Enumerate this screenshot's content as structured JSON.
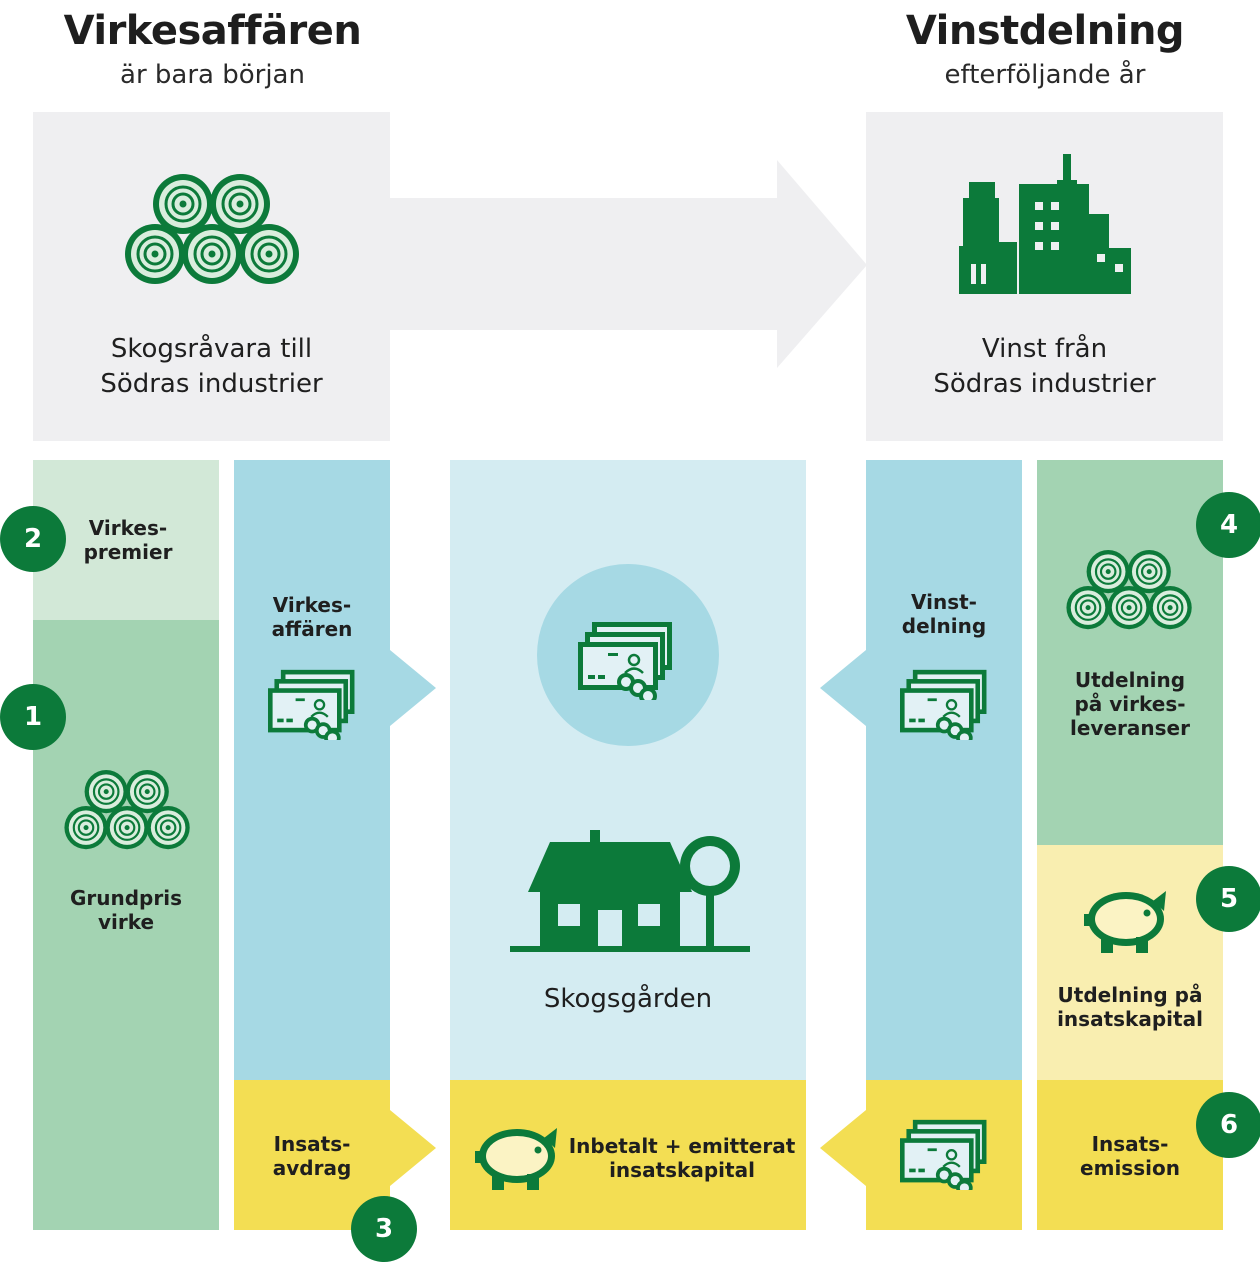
{
  "colors": {
    "green_dark": "#0c7a3a",
    "green_mid": "#a3d3b2",
    "green_light": "#d2e8d7",
    "blue": "#a6d9e4",
    "blue_light": "#d4ecf2",
    "yellow": "#f3de53",
    "yellow_light": "#f9eeb0",
    "grey": "#efeff1"
  },
  "header": {
    "left_title": "Virkesaffären",
    "left_subtitle": "är bara början",
    "right_title": "Vinstdelning",
    "right_subtitle": "efterföljande år"
  },
  "top_boxes": {
    "left_line1": "Skogsråvara till",
    "left_line2": "Södras industrier",
    "right_line1": "Vinst från",
    "right_line2": "Södras industrier"
  },
  "columns": {
    "virkespremier": "Virkes-\npremier",
    "grundpris": "Grundpris\nvirke",
    "virkesaffaren": "Virkes-\naffären",
    "insatsavdrag": "Insats-\navdrag",
    "skogsgarden": "Skogsgården",
    "insatskapital_line1": "Inbetalt + emitterat",
    "insatskapital_line2": "insatskapital",
    "vinstdelning": "Vinst-\ndelning",
    "utdelning_virke": "Utdelning\npå virkes-\nleveranser",
    "utdelning_insats": "Utdelning på\ninsatskapital",
    "insatsemission": "Insats-\nemission"
  },
  "badges": [
    "1",
    "2",
    "3",
    "4",
    "5",
    "6"
  ],
  "icons": [
    "logs-icon",
    "factory-icon",
    "money-icon",
    "house-icon",
    "piggy-bank-icon"
  ]
}
